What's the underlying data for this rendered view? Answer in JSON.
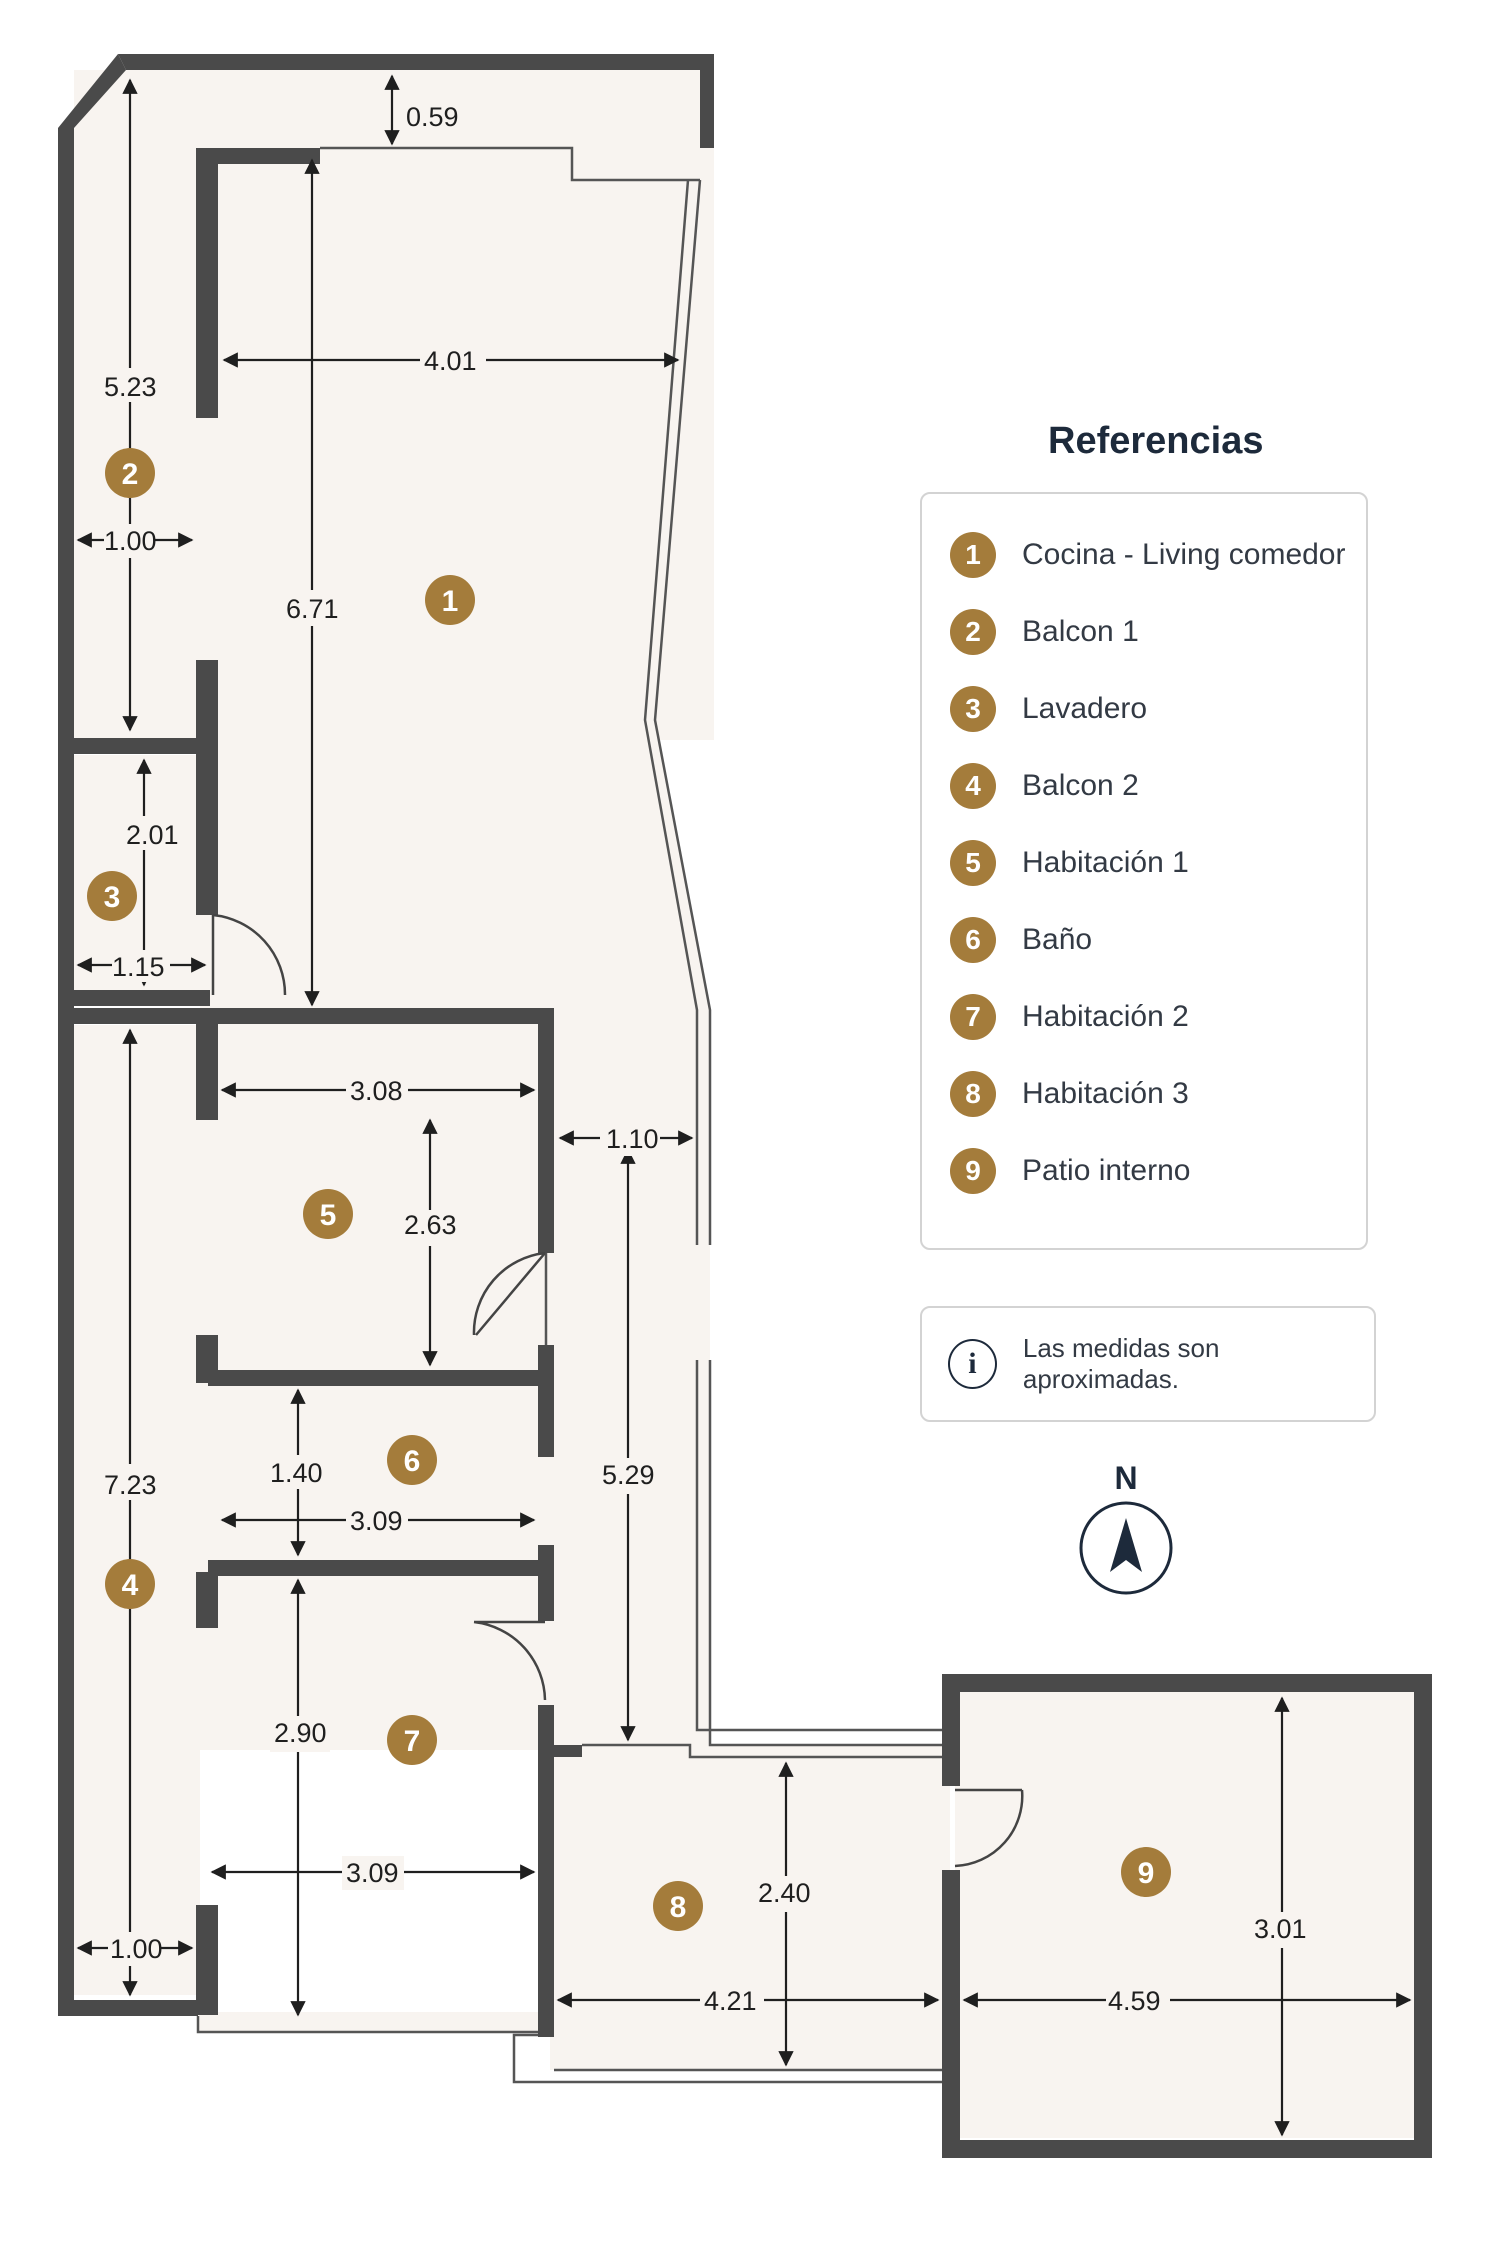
{
  "colors": {
    "wall": "#4a4a4a",
    "floor": "#f8f4f0",
    "accent": "#a47c3b",
    "text": "#1d2a3b"
  },
  "legend": {
    "title": "Referencias",
    "items": [
      {
        "num": "1",
        "label": "Cocina - Living comedor"
      },
      {
        "num": "2",
        "label": "Balcon 1"
      },
      {
        "num": "3",
        "label": "Lavadero"
      },
      {
        "num": "4",
        "label": "Balcon 2"
      },
      {
        "num": "5",
        "label": "Habitación 1"
      },
      {
        "num": "6",
        "label": "Baño"
      },
      {
        "num": "7",
        "label": "Habitación 2"
      },
      {
        "num": "8",
        "label": "Habitación 3"
      },
      {
        "num": "9",
        "label": "Patio interno"
      }
    ]
  },
  "note": {
    "text": "Las medidas son aproximadas.",
    "icon": "info-icon"
  },
  "compass": {
    "label": "N",
    "icon": "north-arrow-icon"
  },
  "rooms": {
    "r1": {
      "num": "1",
      "width": "4.01",
      "length": "6.71"
    },
    "r2": {
      "num": "2",
      "length": "5.23",
      "width": "1.00",
      "offset": "0.59"
    },
    "r3": {
      "num": "3",
      "length": "2.01",
      "width": "1.15"
    },
    "r4": {
      "num": "4",
      "length": "7.23",
      "width": "1.00"
    },
    "r5": {
      "num": "5",
      "width": "3.08",
      "length": "2.63"
    },
    "r6": {
      "num": "6",
      "length": "1.40",
      "width": "3.09"
    },
    "r7": {
      "num": "7",
      "length": "2.90",
      "width": "3.09"
    },
    "r8": {
      "num": "8",
      "length": "2.40",
      "width": "4.21"
    },
    "r9": {
      "num": "9",
      "length": "3.01",
      "width": "4.59"
    },
    "hall": {
      "width": "1.10",
      "length": "5.29"
    }
  }
}
